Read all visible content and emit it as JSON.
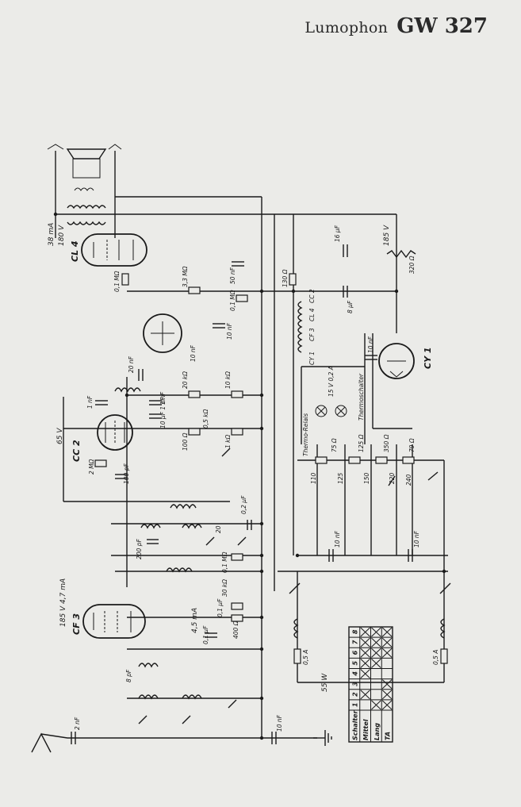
{
  "header": {
    "brand": "Lumophon",
    "model": "GW 327"
  },
  "tubes": [
    "CL 4",
    "CC 2",
    "CF 3",
    "CY 1"
  ],
  "voltages": [
    "180 V",
    "38 mA",
    "185 V",
    "65 V",
    "185 V 4,7 mA",
    "4,5 mA"
  ],
  "resistors_top": [
    "0,1 MΩ",
    "3,3 MΩ",
    "0,1 MΩ",
    "50 nF",
    "130 Ω",
    "320 Ω"
  ],
  "capacitors_top": [
    "16 μF",
    "8 μF",
    "10 nF",
    "20 nF",
    "10 nF",
    "10 nF"
  ],
  "mid_values": [
    "20 kΩ",
    "10 kΩ",
    "1 nF",
    "10 μF 1 nF",
    "0,5 kΩ",
    "100 Ω",
    "1 kΩ",
    "2 MΩ",
    "100 pF",
    "1 nF"
  ],
  "heater_labels": [
    "CY 1",
    "CF 3",
    "CL 4",
    "CC 2"
  ],
  "lamp_labels": [
    "15 V 0,2 A",
    "Thermoschalter",
    "Thermo-Relais"
  ],
  "tap_resistors": [
    "75 Ω",
    "125 Ω",
    "350 Ω",
    "79 Ω"
  ],
  "tap_voltages": [
    "110",
    "125",
    "150",
    "220",
    "240"
  ],
  "lower_values": [
    "200 pF",
    "20",
    "0,2 μF",
    "0,1 MΩ",
    "30 kΩ",
    "0,1 μF",
    "400 Ω",
    "0,1 μF",
    "8 pF",
    "2 nF",
    "10 nF",
    "10 nF",
    "10 nF"
  ],
  "fuses": [
    "0,5 A",
    "0,5 A"
  ],
  "power": "55 W",
  "switch_table": {
    "headers": [
      "Schalter",
      "1",
      "2",
      "3",
      "4",
      "5",
      "6",
      "7",
      "8"
    ],
    "rows": [
      {
        "label": "Mittel",
        "marks": [
          false,
          true,
          false,
          true,
          true,
          true,
          true,
          true
        ]
      },
      {
        "label": "Lang",
        "marks": [
          true,
          false,
          false,
          false,
          true,
          true,
          true,
          true
        ]
      },
      {
        "label": "TA",
        "marks": [
          true,
          true,
          true,
          false,
          false,
          true,
          true,
          true
        ]
      }
    ]
  }
}
